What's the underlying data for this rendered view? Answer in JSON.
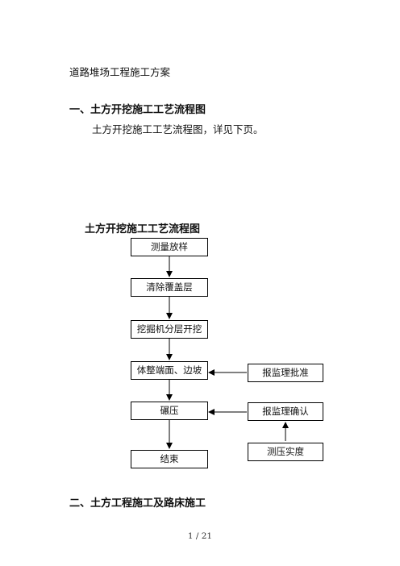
{
  "document": {
    "title": "道路堆场工程施工方案",
    "section1": {
      "heading": "一、土方开挖施工工艺流程图",
      "paragraph": "土方开挖施工工艺流程图，详见下页。"
    },
    "flowchart": {
      "title": "土方开挖施工工艺流程图",
      "steps": [
        "测量放样",
        "清除覆盖层",
        "挖掘机分层开挖",
        "体整端面、边坡",
        "碾压",
        "结束"
      ],
      "side_steps": [
        "报监理批准",
        "报监理确认",
        "测压实度"
      ]
    },
    "section2": {
      "heading": "二、土方工程施工及路床施工"
    },
    "page_number": "1 / 21"
  }
}
